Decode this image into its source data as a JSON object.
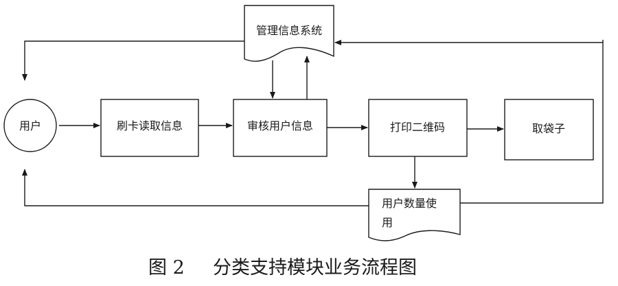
{
  "nodes": {
    "user": "用户",
    "swipe": "刷卡读取信息",
    "audit": "审核用户信息",
    "print_qr": "打印二维码",
    "take_bag": "取袋子",
    "mis": "管理信息系统",
    "usage_line1": "用户数量使",
    "usage_line2": "用"
  },
  "caption": {
    "figure": "图 2",
    "title": "分类支持模块业务流程图"
  },
  "colors": {
    "line": "#1a1a1a",
    "background": "#ffffff"
  }
}
